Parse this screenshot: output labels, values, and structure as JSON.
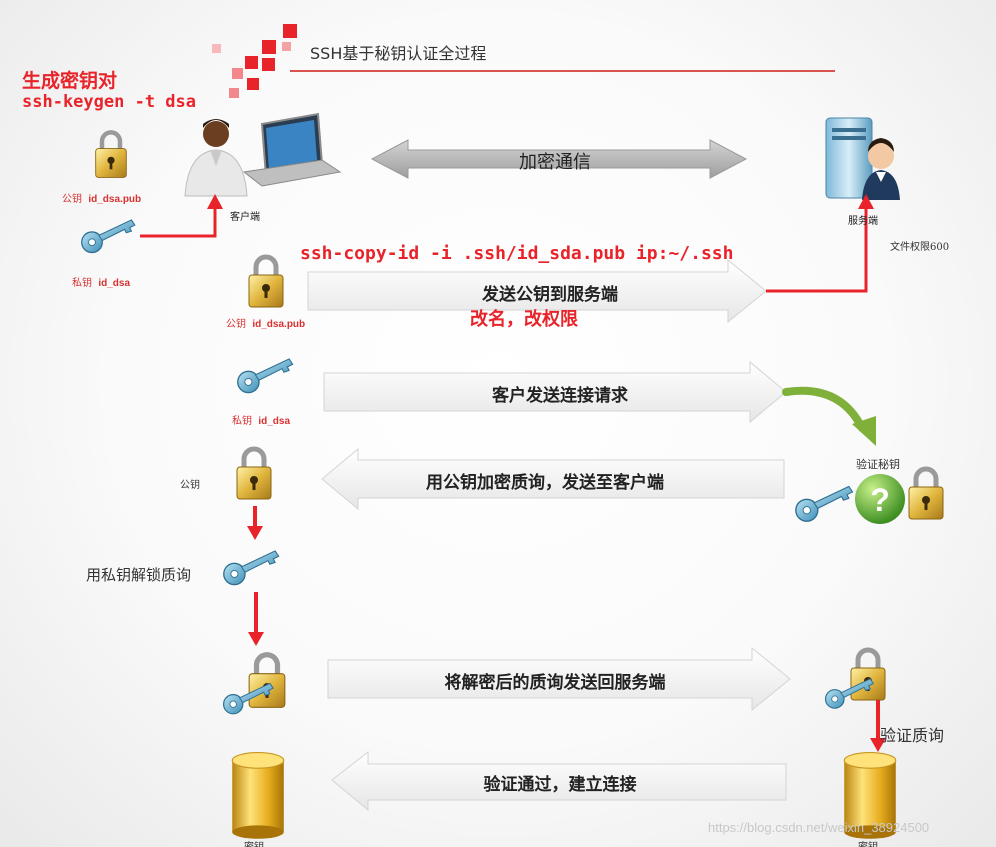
{
  "title": "SSH基于秘钥认证全过程",
  "keygen": {
    "line1": "生成密钥对",
    "line2": "ssh-keygen -t dsa"
  },
  "client": {
    "label": "客户端",
    "pubkey_label_prefix": "公钥",
    "pubkey_file": "id_dsa.pub",
    "privkey_label_prefix": "私钥",
    "privkey_file": "id_dsa"
  },
  "server": {
    "label": "服务端",
    "perm_note": "文件权限600"
  },
  "encrypted_comm": "加密通信",
  "copy_cmd": "ssh-copy-id -i .ssh/id_sda.pub ip:~/.ssh",
  "steps": {
    "send_pubkey": "发送公钥到服务端",
    "rename_chmod": "改名，改权限",
    "pubkey_label2_prefix": "公钥",
    "pubkey_file2": "id_dsa.pub",
    "privkey_label2_prefix": "私钥",
    "privkey_file2": "id_dsa",
    "connect_request": "客户发送连接请求",
    "verify_key": "验证秘钥",
    "pubkey_label3": "公钥",
    "encrypt_challenge": "用公钥加密质询，发送至客户端",
    "unlock_challenge": "用私钥解锁质询",
    "send_decrypted": "将解密后的质询发送回服务端",
    "verify_challenge": "验证质询",
    "established": "验证通过，建立连接",
    "bottom_left_label": "密钥",
    "bottom_right_label": "密钥"
  },
  "watermark": "https://blog.csdn.net/weixin_38924500",
  "colors": {
    "red": "#e8242a",
    "arrow_fill": "#f0f0f0",
    "gray_arrow": "#b8b8b8",
    "green": "#7fb13a"
  }
}
